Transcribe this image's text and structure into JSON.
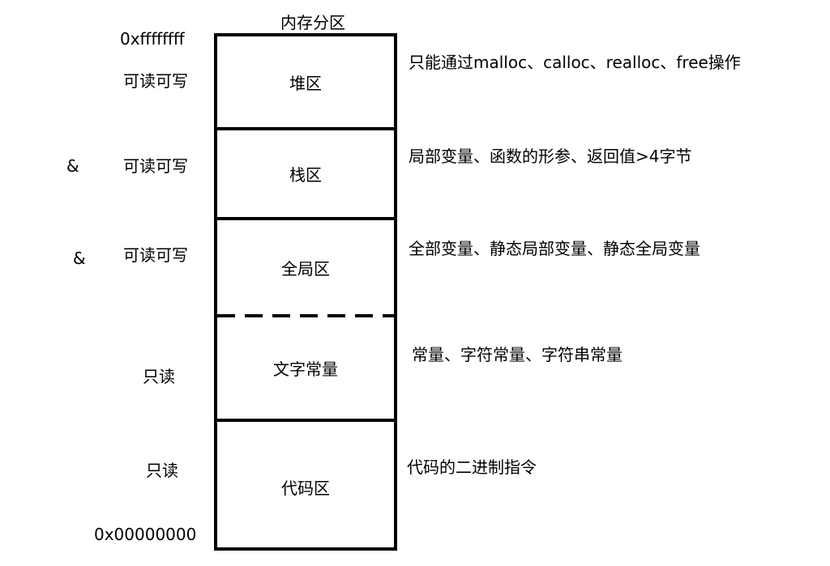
{
  "title": "内存分区",
  "addresses": {
    "top": "0xffffffff",
    "bottom": "0x00000000"
  },
  "regions": [
    {
      "name": "堆区",
      "access": "可读可写",
      "marker": "",
      "description": "只能通过malloc、calloc、realloc、free操作"
    },
    {
      "name": "栈区",
      "access": "可读可写",
      "marker": "&",
      "description": "局部变量、函数的形参、返回值>4字节"
    },
    {
      "name": "全局区",
      "access": "可读可写",
      "marker": "&",
      "description": "全部变量、静态局部变量、静态全局变量"
    },
    {
      "name": "文字常量",
      "access": "只读",
      "marker": "",
      "description": "常量、字符常量、字符串常量"
    },
    {
      "name": "代码区",
      "access": "只读",
      "marker": "",
      "description": "代码的二进制指令"
    }
  ]
}
